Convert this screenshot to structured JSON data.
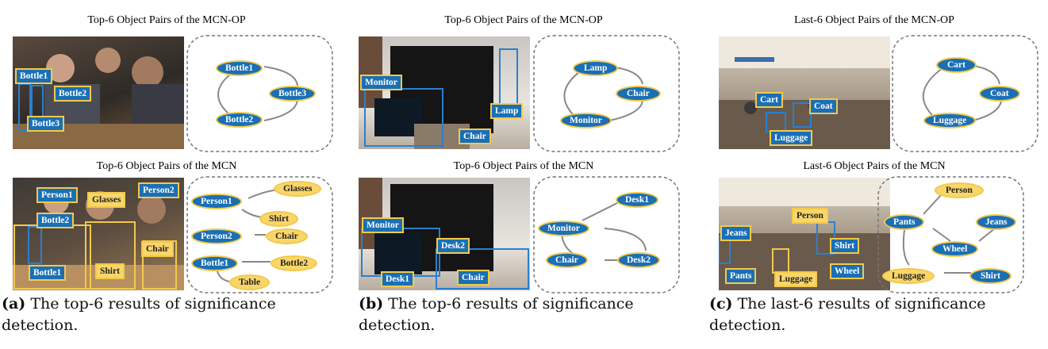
{
  "colors": {
    "blue_node": "#1a6fb5",
    "yellow_node": "#f9d66a",
    "node_border": "#f3c94a",
    "box_blue": "#2a7fd0",
    "box_yellow": "#f2c94c"
  },
  "panels": [
    {
      "id": "a",
      "top_title": "Top-6 Object Pairs of the MCN-OP",
      "bottom_title": "Top-6 Object Pairs of the MCN",
      "top_tags": [
        "Bottle1",
        "Bottle2",
        "Bottle3"
      ],
      "top_graph": [
        "Bottle1",
        "Bottle3",
        "Bottle2"
      ],
      "bottom_tags": [
        "Person1",
        "Glasses",
        "Person2",
        "Bottle2",
        "Chair",
        "Bottle1",
        "Shirt"
      ],
      "bottom_graph": [
        "Person1",
        "Glasses",
        "Shirt",
        "Person2",
        "Chair",
        "Bottle1",
        "Bottle2",
        "Table"
      ],
      "caption_label": "(a)",
      "caption_text": " The top-6 results of significance detection."
    },
    {
      "id": "b",
      "top_title": "Top-6 Object Pairs of the MCN-OP",
      "bottom_title": "Top-6 Object Pairs of the MCN",
      "top_tags": [
        "Monitor",
        "Lamp",
        "Chair"
      ],
      "top_graph": [
        "Lamp",
        "Chair",
        "Monitor"
      ],
      "bottom_tags": [
        "Monitor",
        "Desk2",
        "Desk1",
        "Chair"
      ],
      "bottom_graph": [
        "Desk1",
        "Monitor",
        "Chair",
        "Desk2"
      ],
      "caption_label": "(b)",
      "caption_text": " The top-6 results of significance detection."
    },
    {
      "id": "c",
      "top_title": "Last-6 Object Pairs of the MCN-OP",
      "bottom_title": "Last-6 Object Pairs of the MCN",
      "top_tags": [
        "Cart",
        "Coat",
        "Luggage"
      ],
      "top_graph": [
        "Cart",
        "Coat",
        "Luggage"
      ],
      "bottom_tags": [
        "Person",
        "Jeans",
        "Shirt",
        "Pants",
        "Luggage",
        "Wheel"
      ],
      "bottom_graph": [
        "Person",
        "Pants",
        "Jeans",
        "Wheel",
        "Luggage",
        "Shirt"
      ],
      "caption_label": "(c)",
      "caption_text": " The last-6 results of significance detection."
    }
  ]
}
